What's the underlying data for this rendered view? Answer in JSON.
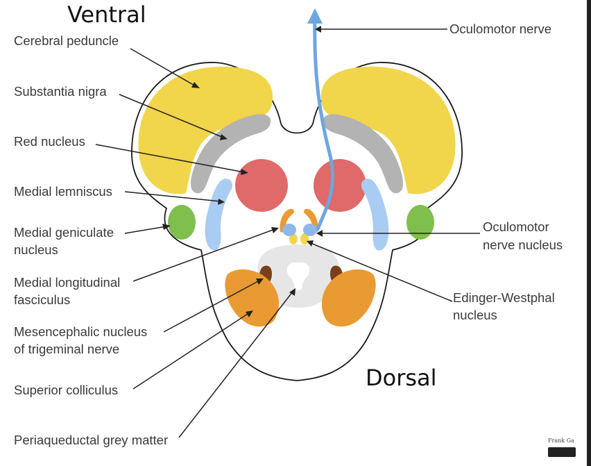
{
  "orientation": {
    "top": "Ventral",
    "bottom": "Dorsal"
  },
  "labels": {
    "cerebral_peduncle": "Cerebral peduncle",
    "substantia_nigra": "Substantia nigra",
    "red_nucleus": "Red nucleus",
    "medial_lemniscus": "Medial lemniscus",
    "medial_geniculate_1": "Medial geniculate",
    "medial_geniculate_2": "nucleus",
    "mlf_1": "Medial longitudinal",
    "mlf_2": "fasciculus",
    "mesencephalic_1": "Mesencephalic nucleus",
    "mesencephalic_2": "of trigeminal nerve",
    "superior_colliculus": "Superior colliculus",
    "periaqueductal": "Periaqueductal grey matter",
    "oculomotor_nerve": "Oculomotor  nerve",
    "oculomotor_nucleus_1": "Oculomotor",
    "oculomotor_nucleus_2": "nerve nucleus",
    "edinger_1": "Edinger-Westphal",
    "edinger_2": "nucleus"
  },
  "credit": "Frank Ga",
  "colors": {
    "cerebral_peduncle": "#f1d54a",
    "substantia_nigra": "#b3b3b3",
    "red_nucleus": "#e0696a",
    "medial_lemniscus": "#a9ccf2",
    "medial_geniculate": "#7fbf4d",
    "oculomotor_nucleus": "#8fb8e8",
    "edinger_westphal": "#f1d54a",
    "mlf": "#ea9a33",
    "mesencephalic": "#7a3f1a",
    "superior_colliculus": "#ea9a33",
    "periaqueductal": "#e6e6e6",
    "nerve_arrow": "#6ea6e0",
    "leader_line": "#222222"
  }
}
